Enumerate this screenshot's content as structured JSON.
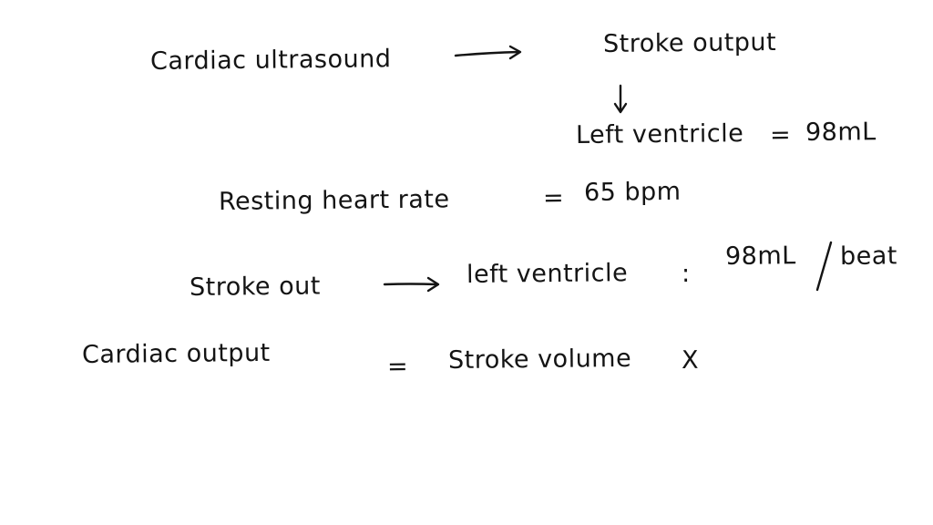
{
  "notes": {
    "line1": {
      "left": "Cardiac ultrasound",
      "right": "Stroke output"
    },
    "line2": {
      "label": "Left ventricle",
      "equals": "=",
      "value": "98mL"
    },
    "line3": {
      "label": "Resting heart rate",
      "equals": "=",
      "value": "65 bpm"
    },
    "line4": {
      "left": "Stroke out",
      "middle": "left ventricle",
      "colon": ":",
      "value": "98mL",
      "unit": "beat"
    },
    "line5": {
      "left": "Cardiac output",
      "equals": "=",
      "right": "Stroke volume",
      "times": "X"
    }
  },
  "icons": {
    "right_arrow_1": "right-arrow",
    "down_arrow": "down-arrow",
    "right_arrow_2": "right-arrow",
    "divider_slash": "slash"
  },
  "colors": {
    "ink": "#141414",
    "background": "#ffffff"
  }
}
